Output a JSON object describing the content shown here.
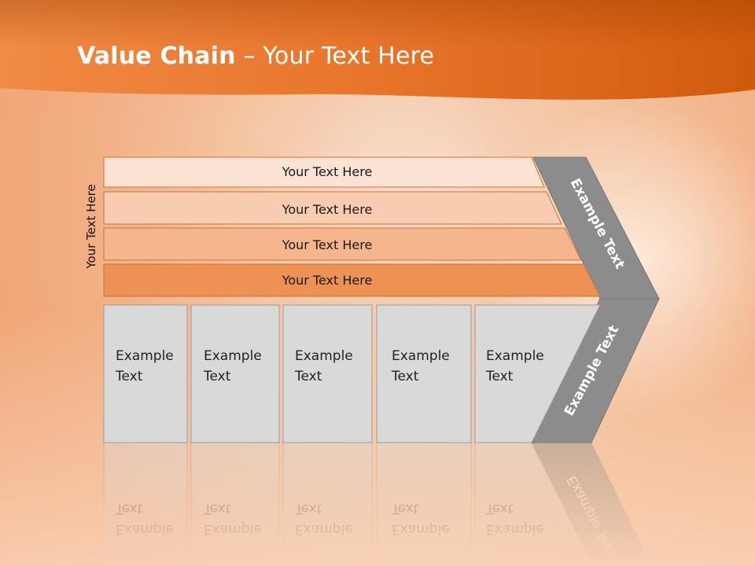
{
  "slide": {
    "title_bold": "Value Chain",
    "title_rest": " – Your Text Here",
    "side_label": "Your Text Here"
  },
  "support_rows": [
    {
      "label": "Your Text Here",
      "color": "#fbe3d3"
    },
    {
      "label": "Your Text Here",
      "color": "#f8ccb0"
    },
    {
      "label": "Your Text Here",
      "color": "#f5b68e"
    },
    {
      "label": "Your Text Here",
      "color": "#ee9155"
    }
  ],
  "primary_boxes": [
    {
      "line1": "Example",
      "line2": "Text"
    },
    {
      "line1": "Example",
      "line2": "Text"
    },
    {
      "line1": "Example",
      "line2": "Text"
    },
    {
      "line1": "Example",
      "line2": "Text"
    },
    {
      "line1": "Example",
      "line2": "Text"
    }
  ],
  "arrow": {
    "upper_label": "Example Text",
    "lower_label": "Example Text",
    "color": "#8c8c8c"
  },
  "colors": {
    "header_orange": "#e06412",
    "box_gray": "#d9d9d9"
  }
}
